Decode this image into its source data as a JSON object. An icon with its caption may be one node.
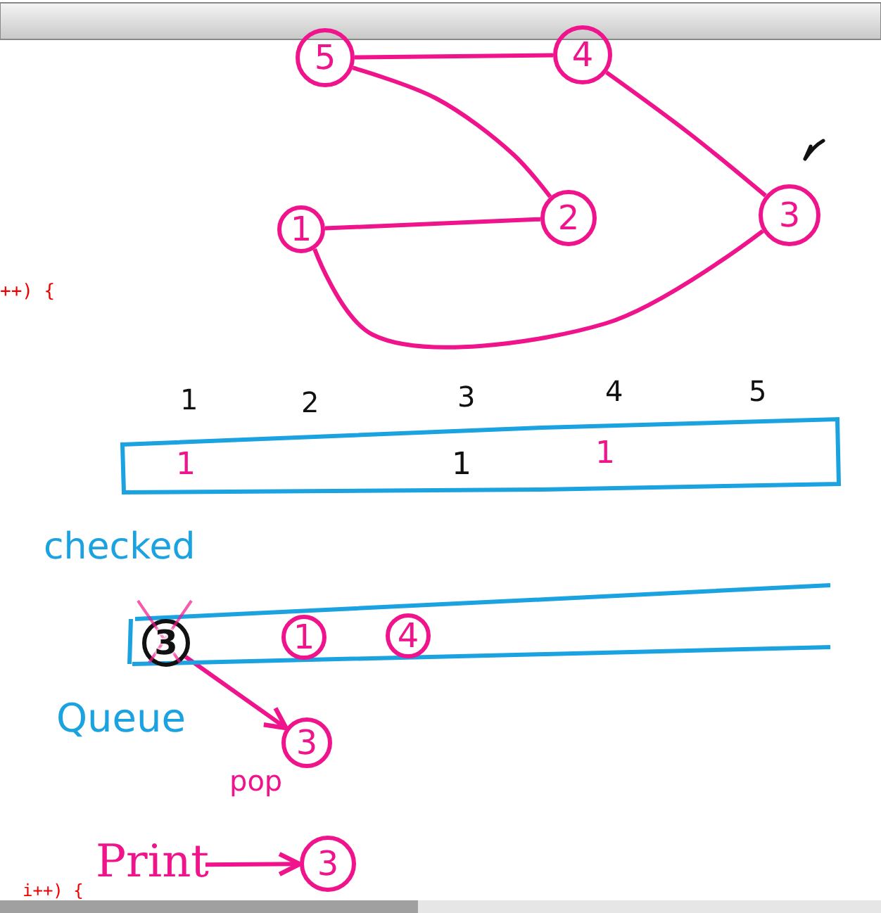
{
  "diagram": {
    "nodes": [
      {
        "text": [
          "5"
        ]
      },
      {
        "text": [
          "4"
        ]
      },
      {
        "text": [
          "2"
        ]
      },
      {
        "text": [
          "1"
        ]
      },
      {
        "text": [
          "3"
        ]
      },
      {
        "text": [
          "1",
          "1",
          "1"
        ],
        "beside": [
          "checked"
        ]
      },
      {
        "text": [],
        "shape": "box",
        "beside": [
          "Queue"
        ]
      },
      {
        "text": [
          "3"
        ],
        "in": 6
      },
      {
        "text": [
          "1"
        ],
        "in": 6
      },
      {
        "text": [
          "4"
        ],
        "in": 6
      },
      {
        "text": [
          "3"
        ],
        "beside": [
          "pop"
        ]
      },
      {
        "text": [
          "Print"
        ]
      },
      {
        "text": [
          "3"
        ]
      }
    ],
    "edges": [
      {
        "from": 0,
        "to": 1,
        "arrow": "none"
      },
      {
        "from": 0,
        "to": 2,
        "arrow": "none"
      },
      {
        "from": 1,
        "to": 4,
        "arrow": "none"
      },
      {
        "from": 3,
        "to": 2,
        "arrow": "none"
      },
      {
        "from": 3,
        "to": 4,
        "arrow": "none"
      },
      {
        "from": 7,
        "to": 10,
        "arrow": "to"
      },
      {
        "from": 11,
        "to": 12,
        "arrow": "to"
      }
    ],
    "labels": [
      "++) {",
      "1",
      "2",
      "3",
      "4",
      "5",
      "i++) {"
    ]
  }
}
